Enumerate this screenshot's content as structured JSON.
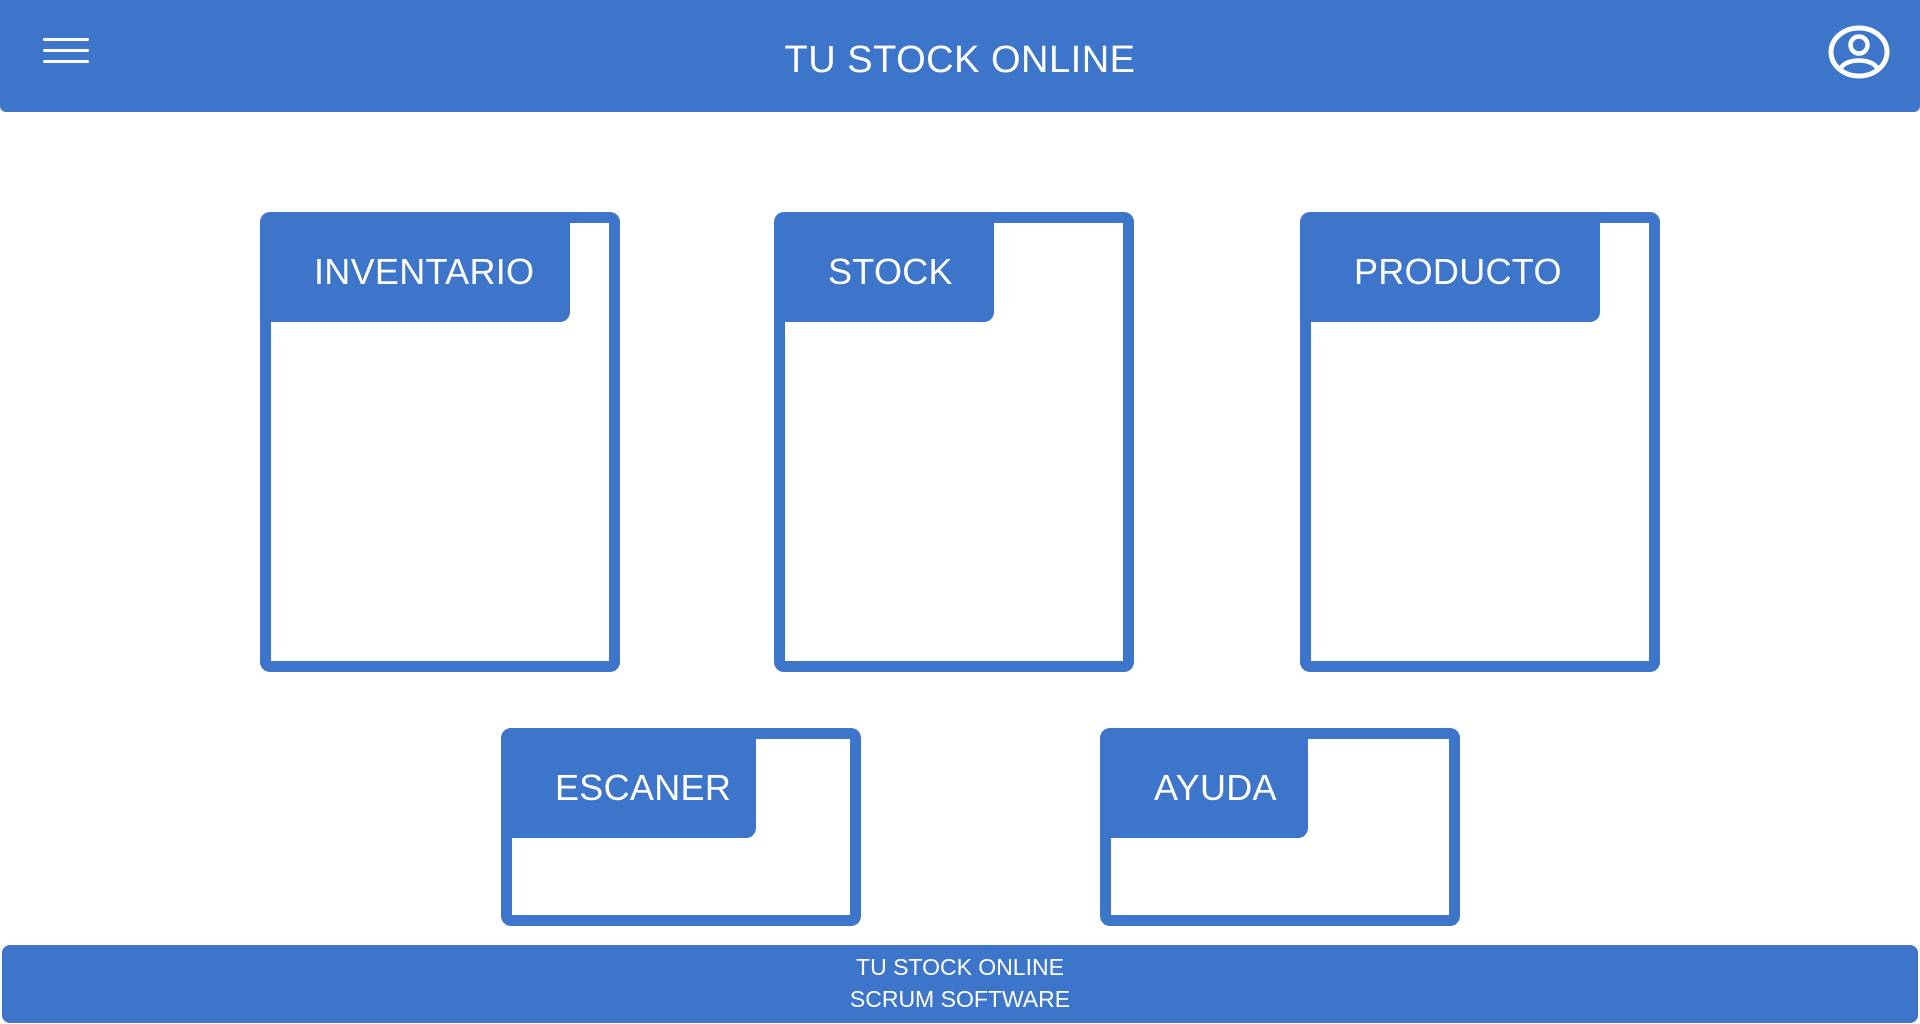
{
  "header": {
    "title": "TU STOCK ONLINE",
    "menu_icon": "hamburger-menu-icon",
    "profile_icon": "user-circle-icon"
  },
  "cards": [
    {
      "label": "INVENTARIO"
    },
    {
      "label": "STOCK"
    },
    {
      "label": "PRODUCTO"
    },
    {
      "label": "ESCANER"
    },
    {
      "label": "AYUDA"
    }
  ],
  "footer": {
    "line1": "TU STOCK ONLINE",
    "line2": "SCRUM SOFTWARE"
  },
  "colors": {
    "primary": "#3d75cb",
    "background": "#ffffff",
    "text_on_primary": "#ffffff"
  }
}
